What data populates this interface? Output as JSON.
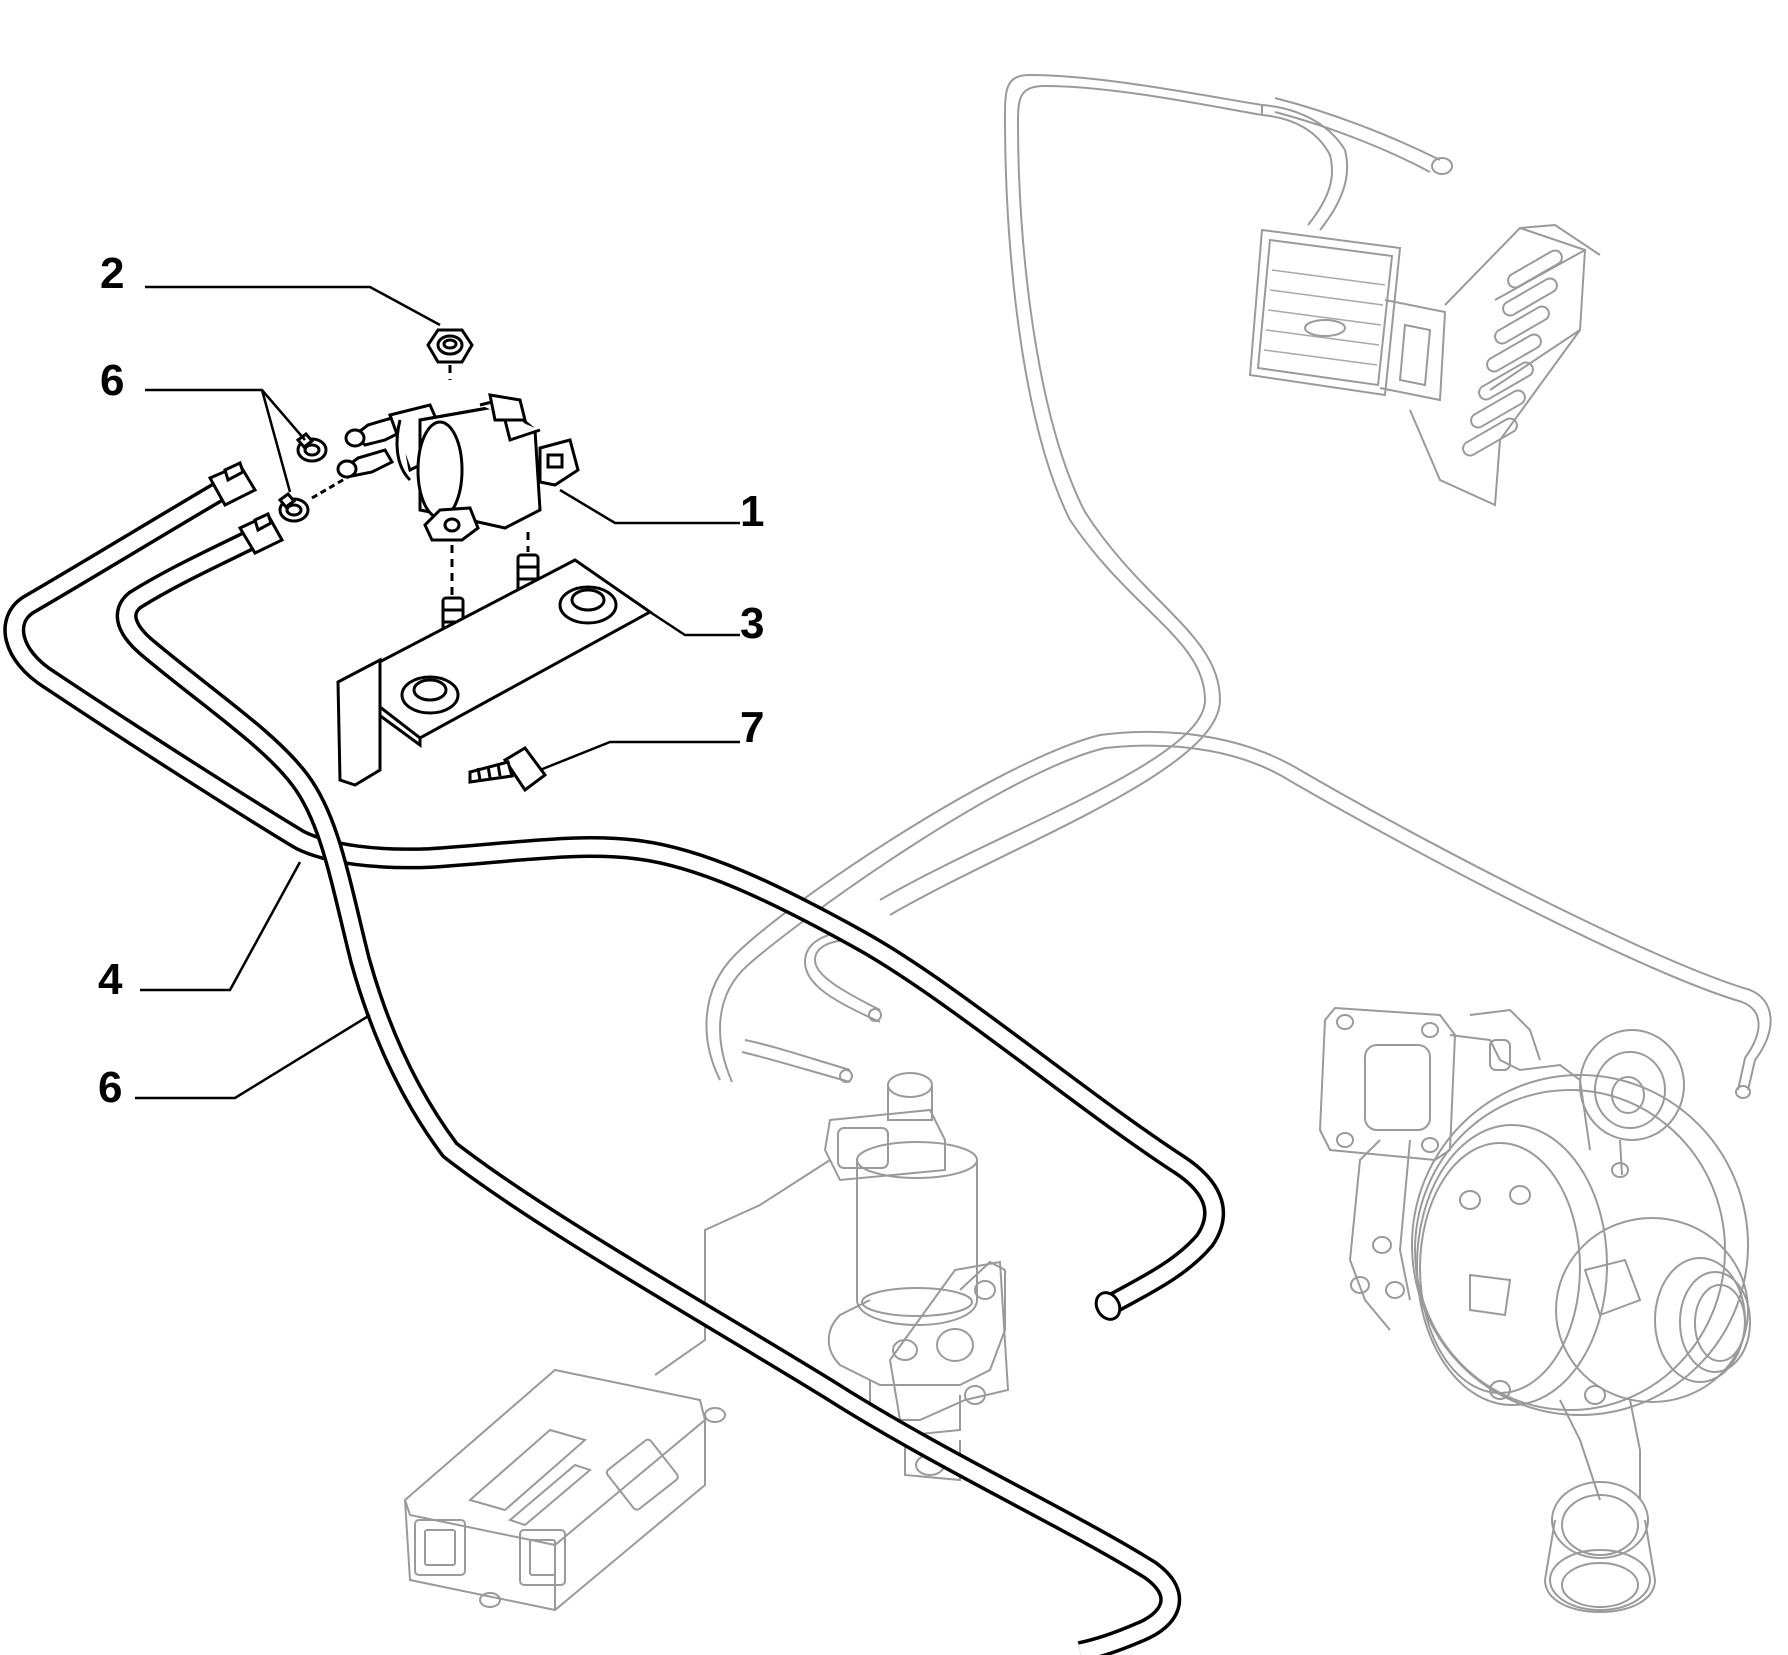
{
  "callouts": [
    {
      "id": "2",
      "label": "2"
    },
    {
      "id": "6a",
      "label": "6"
    },
    {
      "id": "1",
      "label": "1"
    },
    {
      "id": "3",
      "label": "3"
    },
    {
      "id": "7",
      "label": "7"
    },
    {
      "id": "4",
      "label": "4"
    },
    {
      "id": "6b",
      "label": "6"
    }
  ],
  "colors": {
    "line": "#000000",
    "ghost": "#9a9a9a",
    "background": "#ffffff"
  }
}
